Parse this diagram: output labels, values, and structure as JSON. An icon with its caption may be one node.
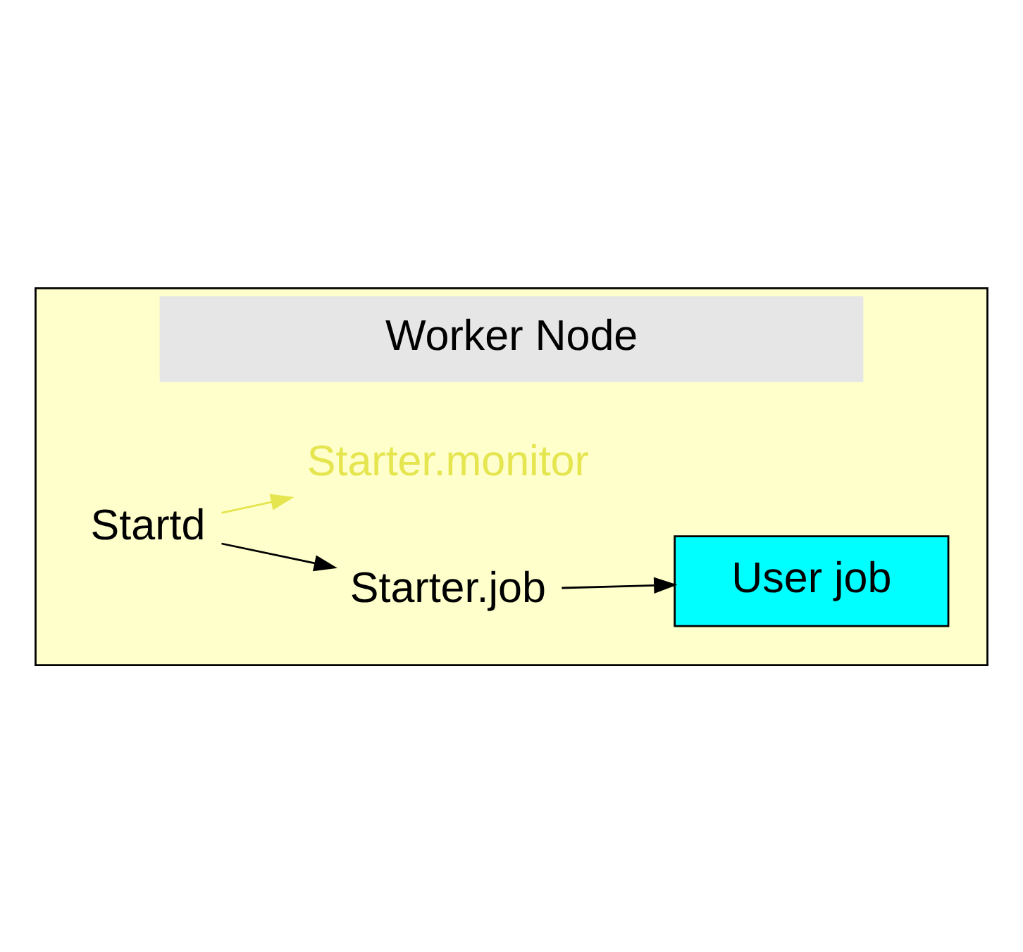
{
  "diagram": {
    "nodes": [
      {
        "text": [
          "Worker Node"
        ]
      },
      {
        "text": [
          "Startd"
        ],
        "in": 0
      },
      {
        "text": [
          "Starter.job"
        ],
        "in": 0
      },
      {
        "text": [
          "User job"
        ],
        "in": 0
      },
      {
        "text": [
          "Starter.monitor"
        ],
        "in": 0
      }
    ],
    "edges": [
      {
        "from": 1,
        "to": 2,
        "arrow": "to"
      },
      {
        "from": 2,
        "to": 3,
        "arrow": "to"
      },
      {
        "from": 1,
        "to": 4,
        "arrow": "to",
        "color": "#e5e550"
      }
    ]
  }
}
